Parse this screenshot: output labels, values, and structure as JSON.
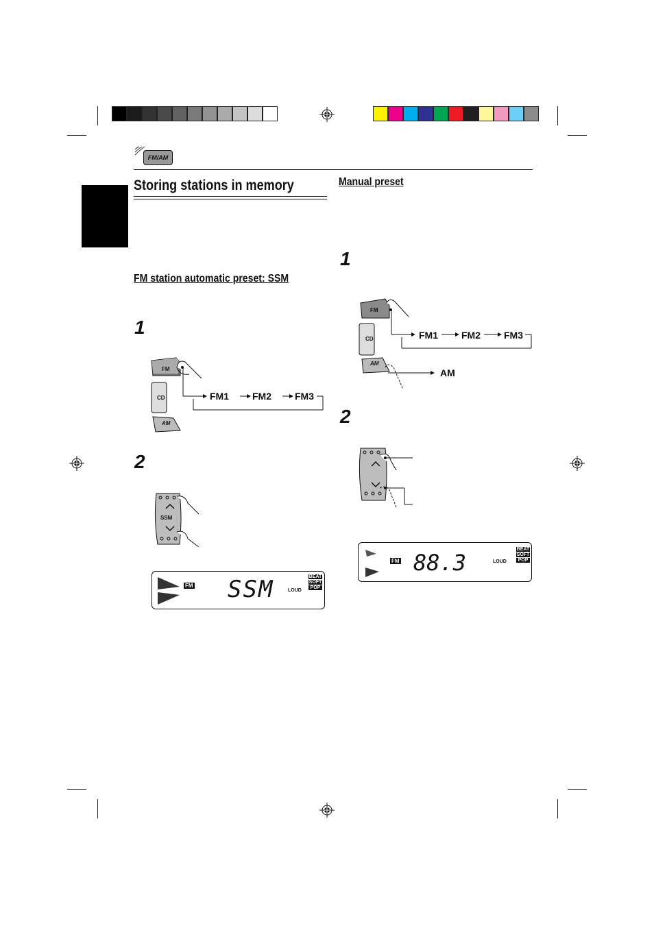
{
  "header": {
    "badge_label": "FM/AM",
    "grayscale_swatches": [
      "#000000",
      "#1c1c1c",
      "#333333",
      "#4a4a4a",
      "#626262",
      "#7a7a7a",
      "#939393",
      "#ababab",
      "#c4c4c4",
      "#dcdcdc",
      "#ffffff"
    ],
    "color_swatches": [
      "#fff200",
      "#ec008c",
      "#00aeef",
      "#2e3192",
      "#00a651",
      "#ed1c24",
      "#231f20",
      "#fff799",
      "#f49ac1",
      "#6dcff6",
      "#8c8c8c"
    ]
  },
  "left": {
    "title": "Storing stations in memory",
    "ssm_heading": "FM station automatic preset: SSM",
    "step1_number": "1",
    "step2_number": "2",
    "buttons": {
      "fm": "FM",
      "cd": "CD",
      "am": "AM",
      "ssm": "SSM"
    },
    "band_sequence": [
      "FM1",
      "FM2",
      "FM3"
    ],
    "display": {
      "text": "SSM",
      "band": "FM",
      "loud": "LOUD",
      "modes": [
        "BEAT",
        "SOFT",
        "POP"
      ]
    }
  },
  "right": {
    "heading": "Manual preset",
    "step1_number": "1",
    "step2_number": "2",
    "buttons": {
      "fm": "FM",
      "cd": "CD",
      "am": "AM"
    },
    "band_sequence": [
      "FM1",
      "FM2",
      "FM3"
    ],
    "am_label": "AM",
    "display": {
      "frequency": "88.3",
      "band": "FM",
      "loud": "LOUD",
      "modes": [
        "BEAT",
        "SOFT",
        "POP"
      ]
    }
  }
}
